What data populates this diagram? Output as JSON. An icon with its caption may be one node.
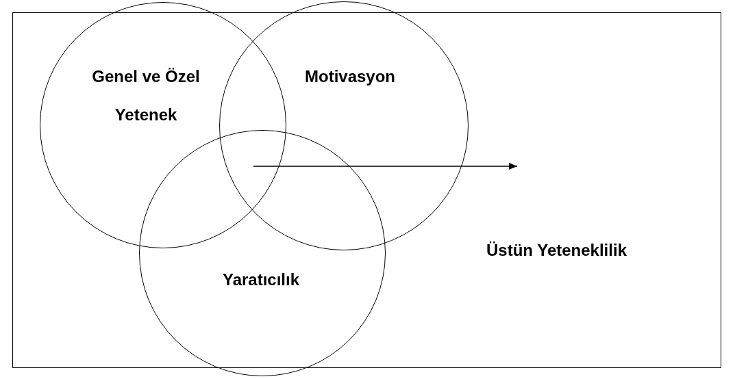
{
  "diagram": {
    "nodes": [
      {
        "text": [
          "Genel ve Özel Yetenek"
        ]
      },
      {
        "text": [
          "Motivasyon"
        ]
      },
      {
        "text": [
          "Yaratıcılık"
        ]
      }
    ],
    "labels": [
      "Üstün Yeteneklilik"
    ]
  }
}
